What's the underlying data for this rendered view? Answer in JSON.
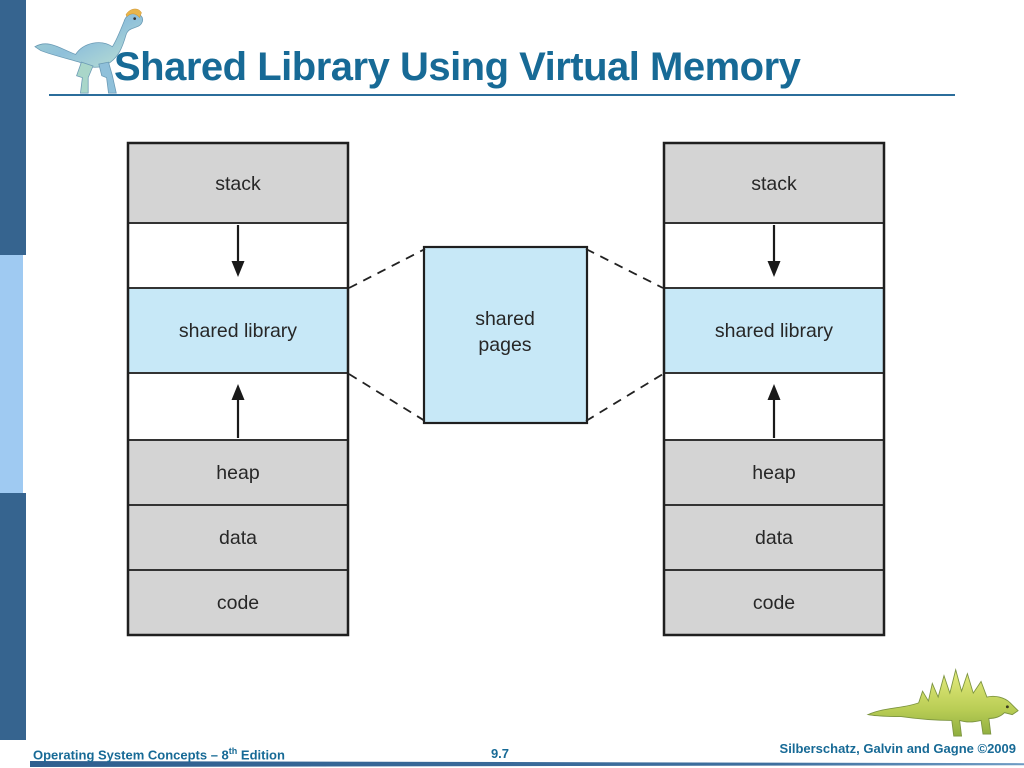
{
  "slide": {
    "title": "Shared Library Using Virtual Memory"
  },
  "diagram": {
    "segments": {
      "stack": "stack",
      "shared_library": "shared library",
      "heap": "heap",
      "data": "data",
      "code": "code"
    },
    "center_box_lines": [
      "shared",
      "pages"
    ]
  },
  "footer": {
    "book_prefix": "Operating System Concepts – 8",
    "book_superscript": "th",
    "book_suffix": " Edition",
    "page_number": "9.7",
    "authors": "Silberschatz, Galvin and Gagne ©2009"
  },
  "icons": {
    "header_logo": "dinosaur-logo",
    "footer_logo": "dinosaur-logo-small"
  },
  "colors": {
    "title_blue": "#176a96",
    "sidebar_dark": "#36648f",
    "sidebar_light": "#9fcaf2",
    "segment_gray": "#d4d4d4",
    "segment_blue": "#c7e8f7",
    "diagram_border": "#333333",
    "arrow_black": "#1a1a1a"
  }
}
